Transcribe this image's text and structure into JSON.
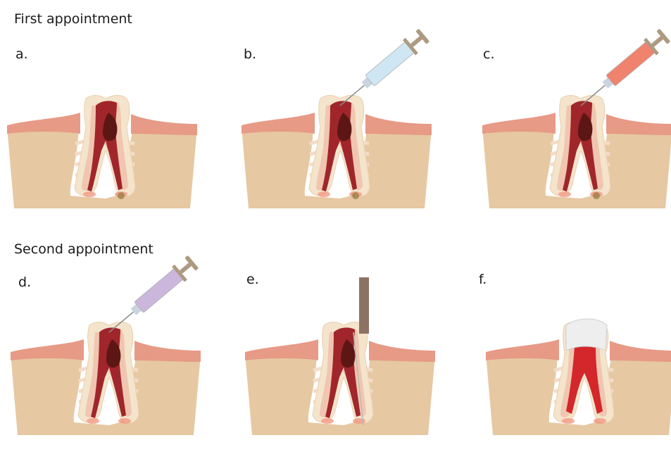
{
  "headings": {
    "first": "First appointment",
    "second": "Second appointment"
  },
  "panels": [
    {
      "label": "a.",
      "instrument": "none"
    },
    {
      "label": "b.",
      "instrument": "syringe"
    },
    {
      "label": "c.",
      "instrument": "syringe"
    },
    {
      "label": "d.",
      "instrument": "syringe"
    },
    {
      "label": "e.",
      "instrument": "file"
    },
    {
      "label": "f.",
      "instrument": "none"
    }
  ],
  "colors": {
    "gum": "#e79a86",
    "bone": "#e6c8a2",
    "enamel": "#f4e4cc",
    "dentin": "#f0c6b0",
    "pulp": "#a0262b",
    "pulp_dark": "#5c1714",
    "syringe_b": "#cfe6f3",
    "syringe_c": "#f0836e",
    "syringe_d": "#cbb7dc",
    "plunger": "#ad9a81",
    "file_handle": "#8d7363",
    "filling": "#eeeeee"
  }
}
